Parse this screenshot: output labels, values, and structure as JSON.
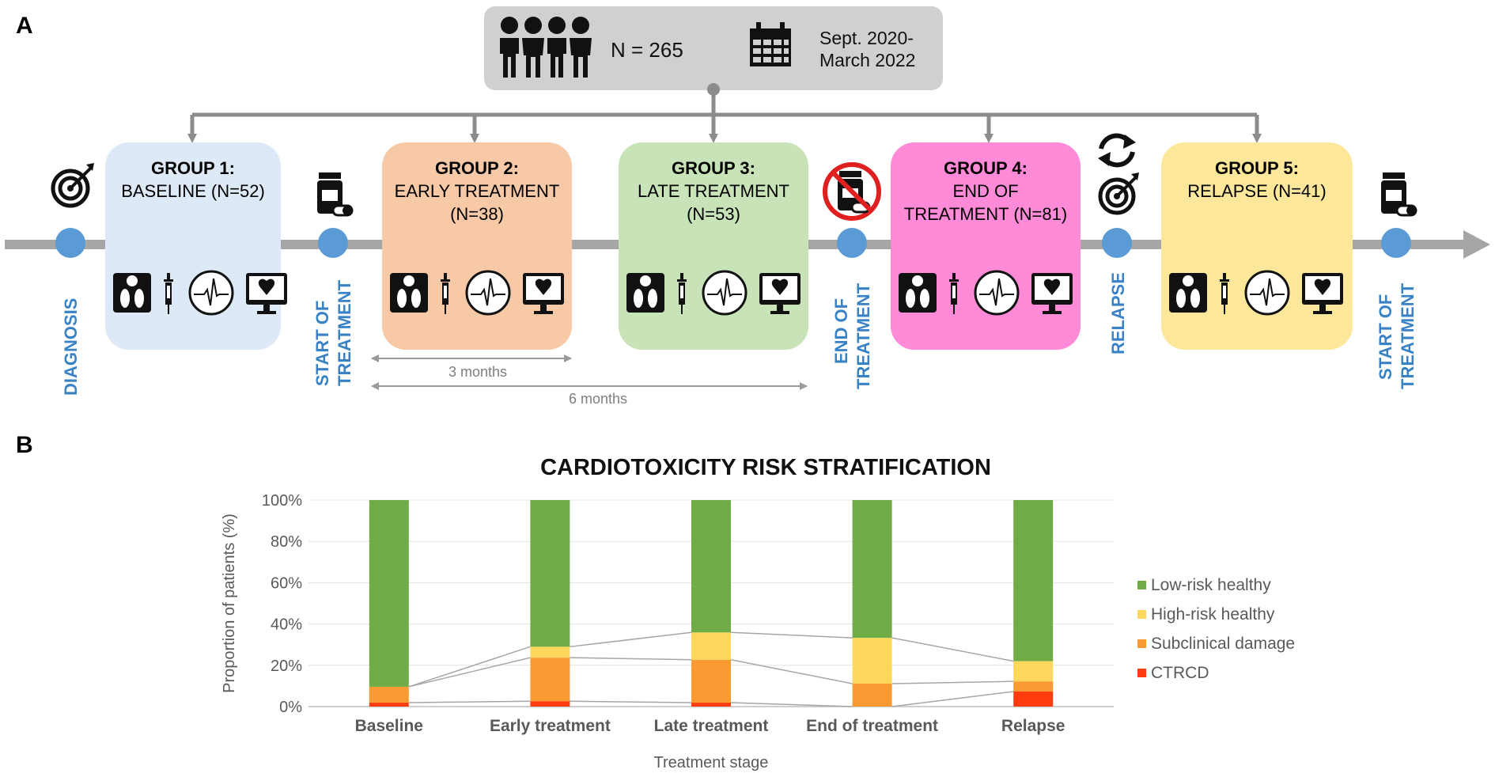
{
  "panel_a": {
    "letter": "A",
    "header": {
      "n_label": "N = 265",
      "date_line1": "Sept. 2020-",
      "date_line2": "March 2022"
    },
    "timeline_labels": {
      "diagnosis": "DIAGNOSIS",
      "start_treatment_1": [
        "START OF",
        "TREATMENT"
      ],
      "end_of_treatment": [
        "END OF",
        "TREATMENT"
      ],
      "relapse": "RELAPSE",
      "start_treatment_2": [
        "START OF",
        "TREATMENT"
      ]
    },
    "groups": [
      {
        "title": "GROUP 1:",
        "lines": [
          "BASELINE (N=52)"
        ],
        "color": "#dde9f6"
      },
      {
        "title": "GROUP 2:",
        "lines": [
          "EARLY TREATMENT",
          "(N=38)"
        ],
        "color": "#f7c9a6"
      },
      {
        "title": "GROUP 3:",
        "lines": [
          "LATE TREATMENT",
          "(N=53)"
        ],
        "color": "#c8e3b8"
      },
      {
        "title": "GROUP 4:",
        "lines": [
          "END OF",
          "TREATMENT (N=81)"
        ],
        "color": "#ff8ad8"
      },
      {
        "title": "GROUP 5:",
        "lines": [
          "RELAPSE (N=41)"
        ],
        "color": "#fde79a"
      }
    ],
    "durations": {
      "three_months": "3 months",
      "six_months": "6 months"
    },
    "colors": {
      "timeline": "#a6a6a6",
      "dot": "#5b9bd5",
      "label": "#3a82c6",
      "connector": "#8c8c8c"
    }
  },
  "panel_b": {
    "letter": "B"
  },
  "chart_data": {
    "type": "bar",
    "stacked": true,
    "title": "CARDIOTOXICITY RISK STRATIFICATION",
    "xlabel": "Treatment stage",
    "ylabel": "Proportion of patients (%)",
    "categories": [
      "Baseline",
      "Early treatment",
      "Late treatment",
      "End of treatment",
      "Relapse"
    ],
    "ylim": [
      0,
      100
    ],
    "yticks": [
      "0%",
      "20%",
      "40%",
      "60%",
      "80%",
      "100%"
    ],
    "series": [
      {
        "name": "CTRCD",
        "color": "#ff3d0f",
        "values": [
          1.9,
          2.6,
          1.9,
          0,
          7.3
        ]
      },
      {
        "name": "Subclinical damage",
        "color": "#f99a32",
        "values": [
          7.7,
          21.1,
          20.8,
          11.1,
          4.9
        ]
      },
      {
        "name": "High-risk healthy",
        "color": "#fcd75c",
        "values": [
          0,
          5.3,
          13.2,
          22.2,
          9.8
        ]
      },
      {
        "name": "Low-risk healthy",
        "color": "#6fac46",
        "values": [
          90.4,
          71.0,
          64.1,
          66.7,
          78.0
        ]
      }
    ],
    "legend_order": [
      "Low-risk healthy",
      "High-risk healthy",
      "Subclinical damage",
      "CTRCD"
    ],
    "legend_position": "right",
    "grid": true
  }
}
